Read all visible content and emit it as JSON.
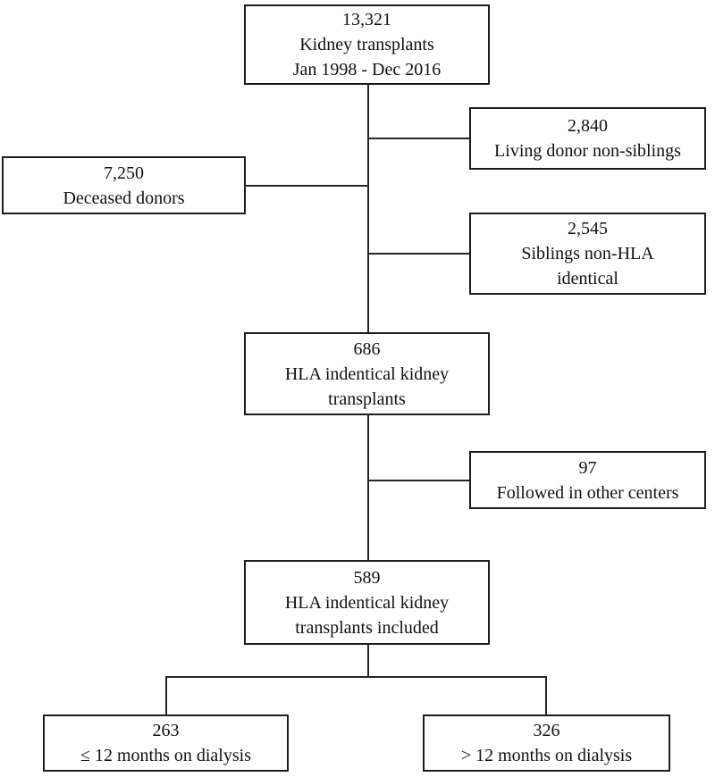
{
  "diagram": {
    "type": "flowchart",
    "background_color": "#ffffff",
    "box_border_color": "#1c1c1c",
    "connector_color": "#262626",
    "text_color": "#111111",
    "nodes": {
      "total": {
        "value": "13,321",
        "line1": "Kidney transplants",
        "line2": "Jan 1998 - Dec 2016"
      },
      "living_donor_non_siblings": {
        "value": "2,840",
        "line1": "Living donor non-siblings"
      },
      "deceased_donors": {
        "value": "7,250",
        "line1": "Deceased donors"
      },
      "siblings_non_hla": {
        "value": "2,545",
        "line1": "Siblings non-HLA",
        "line2": "identical"
      },
      "hla_identical": {
        "value": "686",
        "line1": "HLA indentical kidney",
        "line2": "transplants"
      },
      "followed_other_centers": {
        "value": "97",
        "line1": "Followed in other centers"
      },
      "hla_identical_included": {
        "value": "589",
        "line1": "HLA indentical kidney",
        "line2": "transplants included"
      },
      "dialysis_12_or_less": {
        "value": "263",
        "line1": "≤ 12 months on dialysis"
      },
      "dialysis_more_than_12": {
        "value": "326",
        "line1": "> 12 months on dialysis"
      }
    }
  }
}
